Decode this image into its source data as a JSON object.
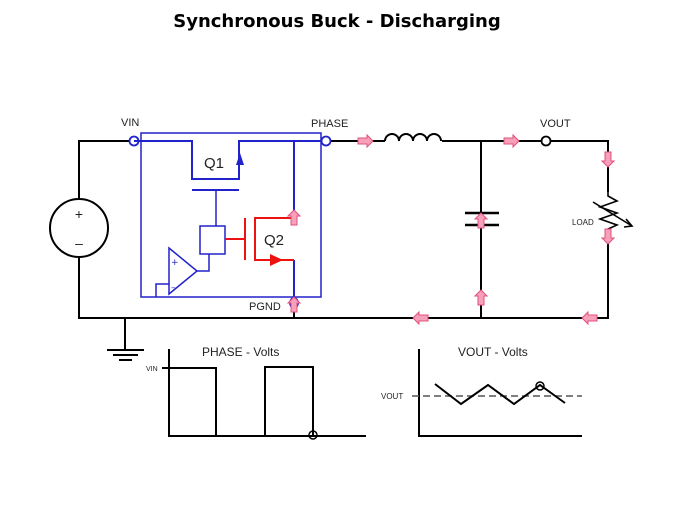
{
  "title": "Synchronous Buck - Discharging",
  "colors": {
    "wire": "#000000",
    "ic_blue": "#2222cc",
    "q2_red": "#ee1111",
    "arrow_fill": "#f7a0bc",
    "arrow_stroke": "#e0507a"
  },
  "schematic": {
    "node_labels": {
      "vin": "VIN",
      "phase": "PHASE",
      "vout": "VOUT",
      "pgnd": "PGND",
      "load": "LOAD"
    },
    "components": {
      "q1": "Q1",
      "q2": "Q2",
      "source_plus": "+",
      "source_minus": "–",
      "opamp_plus": "+",
      "opamp_minus": "–"
    },
    "active_switch": "Q2",
    "mode": "Discharging"
  },
  "waveforms": {
    "phase": {
      "title": "PHASE - Volts",
      "y_marker": "VIN",
      "description": "square wave, two high pulses at VIN, currently at low level (marker)"
    },
    "vout": {
      "title": "VOUT - Volts",
      "y_marker": "VOUT",
      "description": "triangular ripple around VOUT dashed reference, marker at peak (discharging begins)"
    }
  }
}
